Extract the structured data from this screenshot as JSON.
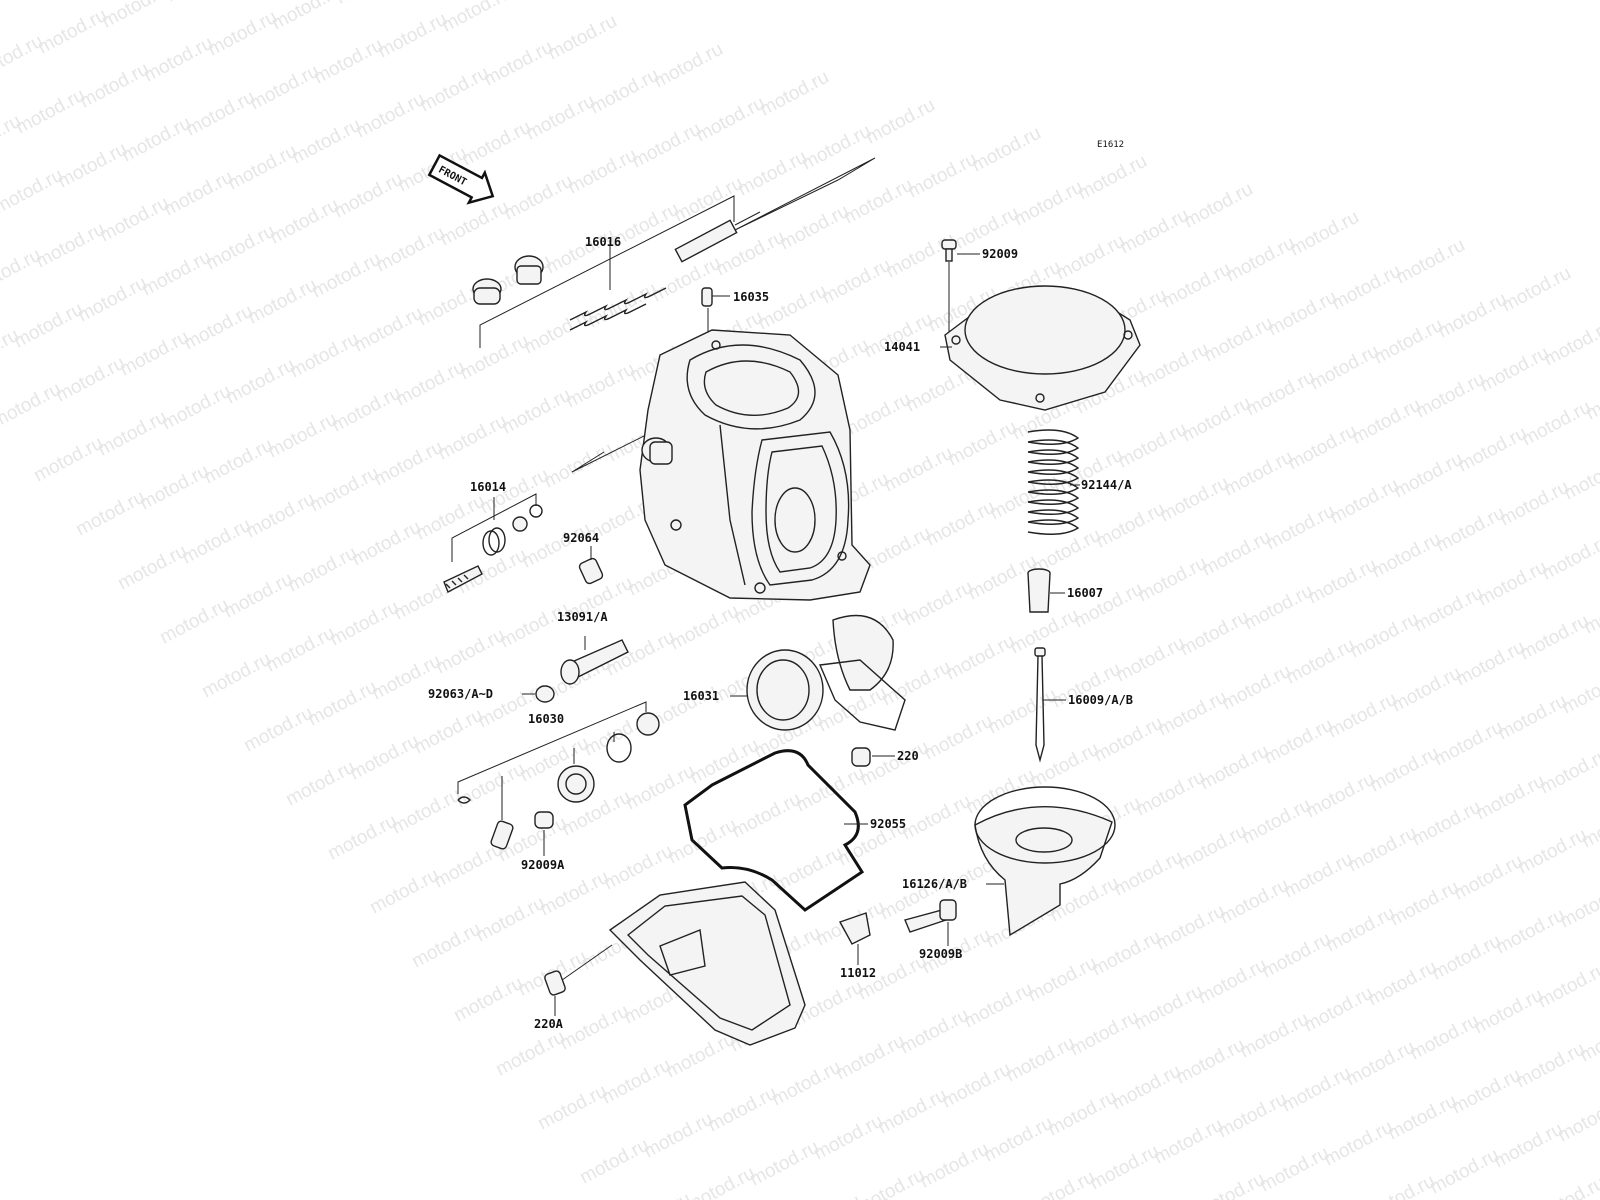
{
  "watermark": "motod.ru",
  "diagram_code": "E1612",
  "front_badge": "FRONT",
  "parts": [
    {
      "id": "p16016",
      "label": "16016"
    },
    {
      "id": "p16035",
      "label": "16035"
    },
    {
      "id": "p92009",
      "label": "92009"
    },
    {
      "id": "p14041",
      "label": "14041"
    },
    {
      "id": "p16014",
      "label": "16014"
    },
    {
      "id": "p92064",
      "label": "92064"
    },
    {
      "id": "p92144A",
      "label": "92144/A"
    },
    {
      "id": "p16007",
      "label": "16007"
    },
    {
      "id": "p13091A",
      "label": "13091/A"
    },
    {
      "id": "p92063AD",
      "label": "92063/A~D"
    },
    {
      "id": "p16031",
      "label": "16031"
    },
    {
      "id": "p16009AB",
      "label": "16009/A/B"
    },
    {
      "id": "p16030",
      "label": "16030"
    },
    {
      "id": "p220",
      "label": "220"
    },
    {
      "id": "p92055",
      "label": "92055"
    },
    {
      "id": "p92009A",
      "label": "92009A"
    },
    {
      "id": "p16126AB",
      "label": "16126/A/B"
    },
    {
      "id": "p11012",
      "label": "11012"
    },
    {
      "id": "p92009B",
      "label": "92009B"
    },
    {
      "id": "p220A",
      "label": "220A"
    }
  ]
}
